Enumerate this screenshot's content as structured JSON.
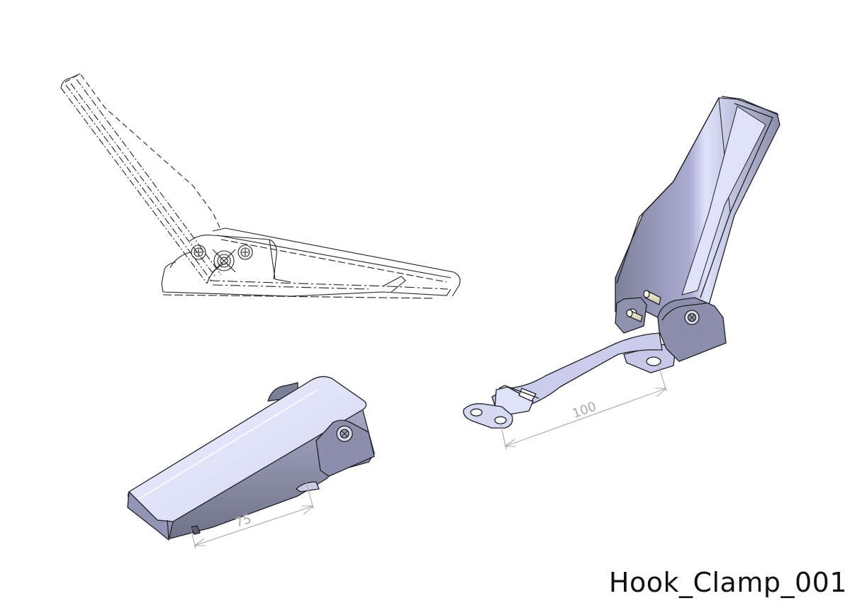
{
  "title": "Hook_Clamp_001",
  "dimensions": {
    "closed_length": "75",
    "hook_length": "100"
  },
  "colors": {
    "background": "#ffffff",
    "metal_light": "#e4e7fb",
    "metal_mid": "#b9bde0",
    "metal_dark": "#7b7f98",
    "outline": "#1e1e24",
    "dimension": "#a9a9a9"
  }
}
